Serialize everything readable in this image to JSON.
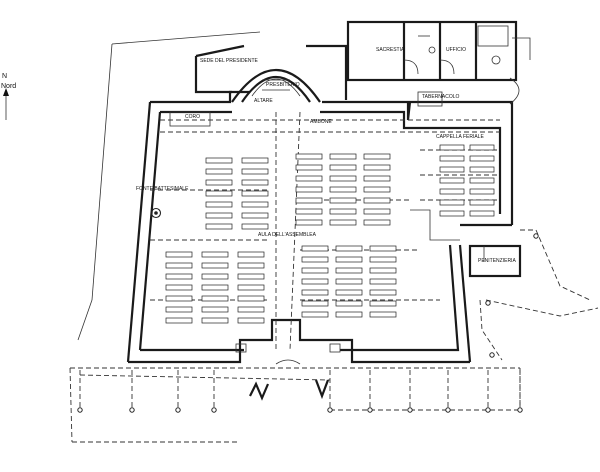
{
  "north": {
    "n": "N",
    "word": "Nord"
  },
  "labels": {
    "sede": "SEDE DEL PRESIDENTE",
    "presbiterio": "PRESBITERIO",
    "altare": "ALTARE",
    "ambone": "AMBONE",
    "sacrestia": "SACRESTIA",
    "ufficio": "UFFICIO",
    "tabernacolo": "TABERNACOLO",
    "coro": "CORO",
    "fonte": "FONTE BATTESIMALE",
    "aula": "AULA DELL'ASSEMBLEA",
    "cappella": "CAPPELLA FERIALE",
    "penitenzieria": "PENITENZIERIA"
  }
}
